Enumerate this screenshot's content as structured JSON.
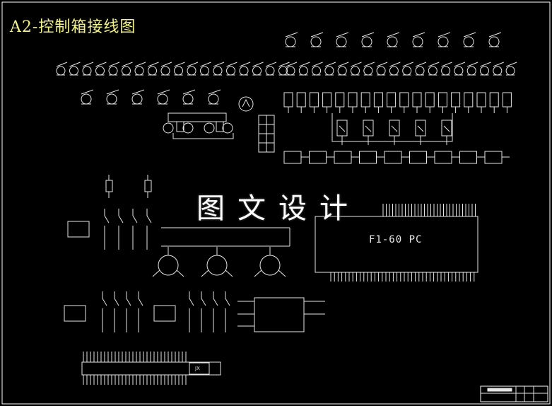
{
  "drawing": {
    "title": "A2-控制箱接线图",
    "watermark": "图文设计",
    "plc_label": "F1-60 PC",
    "terminal_label": "JX"
  },
  "colors": {
    "background": "#000000",
    "lines": "#e6e6e6",
    "title_text": "#f0f08c",
    "border": "#ffffff"
  }
}
